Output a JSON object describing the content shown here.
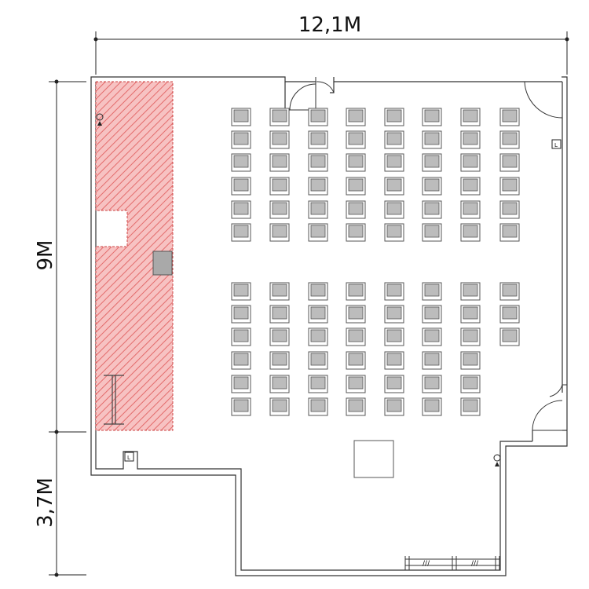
{
  "dimensions": {
    "width_label": "12,1M",
    "height_label": "9M",
    "extension_label": "3,7M"
  },
  "stage": {
    "fill_color": "#f4a6a6",
    "hatch_color": "#e36b6b"
  },
  "seating": {
    "seat_fill": "#bcbcbc",
    "seat_stroke": "#555555",
    "front_block": {
      "columns": 8,
      "rows": 6
    },
    "rear_block": {
      "columns": 8,
      "rows": 6,
      "last_column_rows": 3
    }
  },
  "fixtures": {
    "outlet_letter": "L",
    "vent_marks": "///"
  },
  "colors": {
    "wall": "#333333",
    "dimension_line": "#222222",
    "background": "#ffffff"
  }
}
